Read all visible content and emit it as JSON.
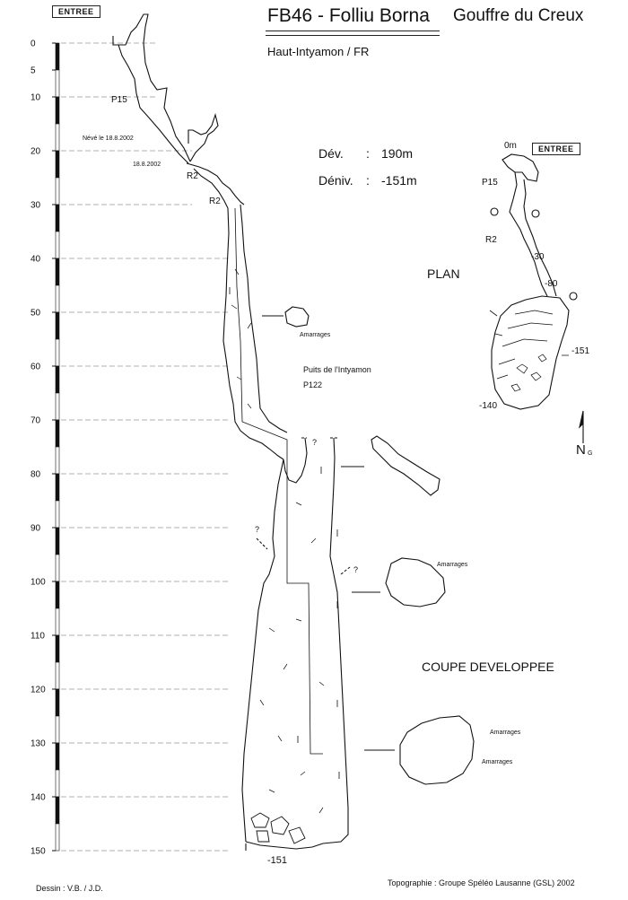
{
  "header": {
    "entree_box": "ENTREE",
    "title": "FB46 - Folliu Borna",
    "subtitle": "Gouffre du Creux",
    "region": "Haut-Intyamon / FR"
  },
  "stats": {
    "dev_label": "Dév.",
    "dev_sep": ":",
    "dev_value": "190m",
    "deniv_label": "Déniv.",
    "deniv_sep": ":",
    "deniv_value": "-151m"
  },
  "depth_scale": {
    "ticks": [
      "0",
      "5",
      "10",
      "20",
      "30",
      "40",
      "50",
      "60",
      "70",
      "80",
      "90",
      "100",
      "110",
      "120",
      "130",
      "140",
      "150"
    ],
    "bottom_label": "-151"
  },
  "profile_labels": {
    "p15": "P15",
    "neve": "Névé le 18.8.2002",
    "date2": "18.8.2002",
    "r2_a": "R2",
    "r2_b": "R2",
    "amarrages_1": "Amarrages",
    "puits_name": "Puits de l'Intyamon",
    "puits_depth": "P122",
    "q1": "?",
    "q2": "?",
    "q3": "?",
    "amarrages_2": "Amarrages",
    "amarrages_3": "Amarrages",
    "amarrages_4": "Amarrages"
  },
  "plan": {
    "title": "PLAN",
    "entree_box": "ENTREE",
    "label_0m": "0m",
    "label_p15": "P15",
    "label_r2": "R2",
    "label_30": "-30",
    "label_80": "-80",
    "label_151": "-151",
    "label_140": "-140",
    "north": "N",
    "north_sub": "G"
  },
  "section_title": "COUPE DEVELOPPEE",
  "footer": {
    "dessin": "Dessin : V.B. / J.D.",
    "topographie": "Topographie : Groupe Spéléo Lausanne (GSL)  2002"
  },
  "colors": {
    "ink": "#111111",
    "background": "#ffffff"
  }
}
